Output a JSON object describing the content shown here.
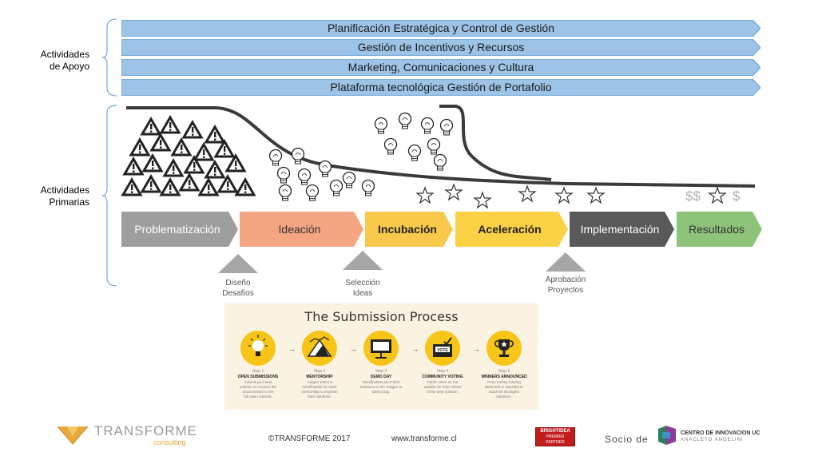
{
  "side_labels": {
    "support": [
      "Actividades",
      "de Apoyo"
    ],
    "primary": [
      "Actividades",
      "Primarias"
    ]
  },
  "support_bars": [
    "Planificación Estratégica y Control de Gestión",
    "Gestión de Incentivos y Recursos",
    "Marketing, Comunicaciones y Cultura",
    "Plataforma tecnológica Gestión de Portafolio"
  ],
  "stages": [
    {
      "label": "Problematización",
      "color": "#9e9e9e",
      "text_color": "#ffffff",
      "bold": false
    },
    {
      "label": "Ideación",
      "color": "#f4a582",
      "text_color": "#333333",
      "bold": false
    },
    {
      "label": "Incubación",
      "color": "#f8c94a",
      "text_color": "#222222",
      "bold": true
    },
    {
      "label": "Aceleración",
      "color": "#fbd145",
      "text_color": "#222222",
      "bold": true
    },
    {
      "label": "Implementación",
      "color": "#595959",
      "text_color": "#ffffff",
      "bold": false
    },
    {
      "label": "Resultados",
      "color": "#8dc47a",
      "text_color": "#333333",
      "bold": false
    }
  ],
  "gates": [
    [
      "Diseño",
      "Desafíos"
    ],
    [
      "Selección",
      "Ideas"
    ],
    [
      "Aprobación",
      "Proyectos"
    ]
  ],
  "funnel_symbols": [
    "$$",
    "$"
  ],
  "submission_process": {
    "title": "The Submission Process",
    "steps": [
      {
        "num": "Step 1",
        "title": "OPEN SUBMISSIONS",
        "desc": [
          "Submit your best",
          "solution to connect the",
          "unconnected to the",
          "full open Internet."
        ],
        "icon": "lightbulb-icon"
      },
      {
        "num": "Step 2",
        "title": "MENTORSHIP",
        "desc": [
          "Judges select 5",
          "semifinalists for team",
          "mentorship to improve",
          "their solutions."
        ],
        "icon": "mountain-icon"
      },
      {
        "num": "Step 3",
        "title": "DEMO DAY",
        "desc": [
          "Semifinalists pitch their",
          "solutions to the Judges at",
          "Demo Day."
        ],
        "icon": "presentation-icon"
      },
      {
        "num": "Step 4",
        "title": "COMMUNITY VOTING",
        "desc": [
          "Public votes on the",
          "website for their choice",
          "of the best solution."
        ],
        "icon": "ballot-box-icon"
      },
      {
        "num": "Step 5",
        "title": "WINNERS ANNOUNCED",
        "desc": [
          "Prize money totaling",
          "$250,000 is awarded to",
          "build the strongest",
          "solutions."
        ],
        "icon": "trophy-icon"
      }
    ],
    "vote_label": "VOTE"
  },
  "footer": {
    "logo_name": "TRANSFORME",
    "logo_sub": "consulting",
    "copyright": "©TRANSFORME 2017",
    "website": "www.transforme.cl",
    "badge": [
      "BRIGHTIDEA",
      "PREMIER",
      "PARTNER"
    ],
    "partner_prefix": "Socio de",
    "partner_name": "CENTRO DE INNOVACION UC",
    "partner_sub": "ANACLETO ANGELINI"
  },
  "colors": {
    "support_bar": "#9dc3e6",
    "support_bar_border": "#5b9bd5",
    "bracket": "#7aa6d6",
    "accent_yellow": "#f6c518",
    "brand_gold": "#e8a93a"
  }
}
